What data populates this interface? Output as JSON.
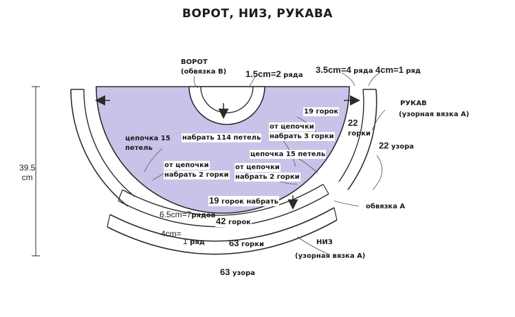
{
  "title": "ВОРОТ, НИЗ, РУКАВА",
  "colors": {
    "fill": "#c9c3ea",
    "line": "#2b2b2b",
    "pointer": "#555555"
  },
  "labels": {
    "collar_title": "ВОРОТ",
    "collar_sub": "(обвязка В)",
    "collar_rows_num": "1.5cm=2",
    "collar_rows_unit": "ряда",
    "sleeve_3_5_num": "3.5cm=4",
    "sleeve_3_5_unit": "ряда",
    "sleeve_4_num": "4cm=1",
    "sleeve_4_unit": "ряд",
    "sleeve_title": "РУКАВ",
    "sleeve_sub": "(узорная вязка А)",
    "sleeve_19": "19 горок",
    "sleeve_22a_num": "22",
    "sleeve_22a_unit": "горки",
    "sleeve_22b_num": "22",
    "sleeve_22b_unit": "узора",
    "from_chain_3_line1": "от цепочки",
    "from_chain_3_line2": "набрать 3 горки",
    "cast_114": "набрать 114 петель",
    "chain_15_left_line1": "цепочка 15",
    "chain_15_left_line2": "петель",
    "chain_15_right": "цепочка 15 петель",
    "from_chain_2_left_line1": "от цепочки",
    "from_chain_2_left_line2": "набрать 2 горки",
    "from_chain_2_right_line1": "от цепочки",
    "from_chain_2_right_line2": "набрать 2 горки",
    "height_num": "39.5",
    "height_unit": "cm",
    "bottom_19_num": "19",
    "bottom_19_unit": "горок набрать",
    "binding_a": "обвязка А",
    "bottom_6_5_num": "6.5cm=7",
    "bottom_6_5_unit": "рядов",
    "bottom_42_num": "42",
    "bottom_42_unit": "горок",
    "bottom_4_num": "4cm=",
    "bottom_1_num": "1",
    "bottom_1_unit": "ряд",
    "bottom_63a_num": "63",
    "bottom_63a_unit": "горки",
    "bottom_title": "НИЗ",
    "bottom_sub": "(узорная вязка А)",
    "bottom_63b_num": "63",
    "bottom_63b_unit": "узора"
  }
}
